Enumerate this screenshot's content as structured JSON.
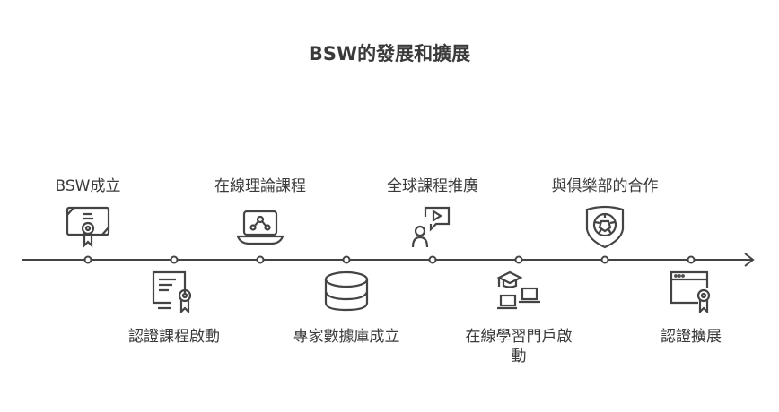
{
  "title": "BSW的發展和擴展",
  "events": [
    {
      "label": "BSW成立",
      "icon": "certificate-icon",
      "position": "top"
    },
    {
      "label": "認證課程啟動",
      "icon": "certificate-document-icon",
      "position": "bottom"
    },
    {
      "label": "在線理論課程",
      "icon": "laptop-network-icon",
      "position": "top"
    },
    {
      "label": "專家數據庫成立",
      "icon": "database-icon",
      "position": "bottom"
    },
    {
      "label": "全球課程推廣",
      "icon": "presenter-video-icon",
      "position": "top"
    },
    {
      "label": "在線學習門戶啟動",
      "icon": "graduation-laptops-icon",
      "position": "bottom"
    },
    {
      "label": "與俱樂部的合作",
      "icon": "football-shield-icon",
      "position": "top"
    },
    {
      "label": "認證擴展",
      "icon": "web-certificate-icon",
      "position": "bottom"
    }
  ]
}
